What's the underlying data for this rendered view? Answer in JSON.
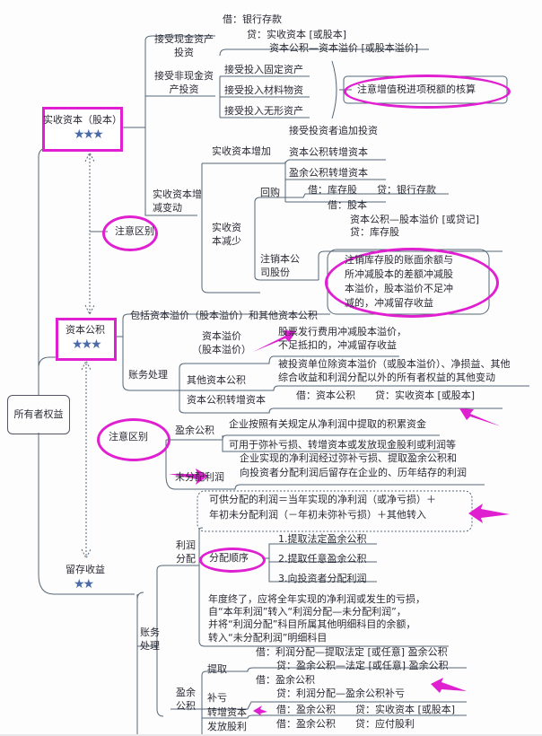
{
  "paid_in_capital": {
    "title": "实收资本（股本）",
    "stars": "★★★",
    "cash_investment": {
      "label": "接受现金资产投资",
      "debit": "借：银行存款",
      "credit": "贷：实收资本 [或股本]",
      "credit2": "资本公积—资本溢价 [或股本溢价]"
    },
    "noncash_investment": {
      "label": "接受非现金资产投资",
      "items": [
        "接受投入固定资产",
        "接受投入材料物资",
        "接受投入无形资产"
      ],
      "note": "注意增值税进项税额的核算"
    },
    "changes": {
      "label": "实收资本增减变动",
      "increase": {
        "label": "实收资本增加",
        "items": [
          "接受投资者追加投资",
          "资本公积转增资本",
          "盈余公积转增资本"
        ]
      },
      "decrease": {
        "label": "实收资本减少",
        "buyback": {
          "label": "回购",
          "entry": "借：库存股　　贷：银行存款"
        },
        "cancel": {
          "label": "注销本公司股份",
          "debit": "借：股本",
          "debit2": "资本公积—股本溢价 [或贷记]",
          "credit": "贷：库存股",
          "note": [
            "注销库存股的账面余额与",
            "所冲减股本的差额冲减股",
            "本溢价，股本溢价不足冲",
            "减的，冲减留存收益"
          ]
        }
      }
    }
  },
  "note_diff_1": "注意区别",
  "capital_reserve": {
    "title": "资本公积",
    "stars": "★★★",
    "includes": "包括资本溢价（股本溢价）和其他资本公积",
    "accounting": "账务处理",
    "premium": {
      "label": [
        "资本溢价",
        "（股本溢价）"
      ],
      "note": [
        "股票发行费用冲减股本溢价，",
        "不足抵扣的，冲减留存收益"
      ]
    },
    "other": {
      "label": "其他资本公积",
      "note": [
        "被投资单位除资本溢价（或股本溢价）、净损益、其他",
        "综合收益和利润分配以外的所有者权益的其他变动"
      ]
    },
    "transfer": {
      "label": "资本公积转增资本",
      "entry": "借：资本公积　　贷：实收资本 [或股本]"
    }
  },
  "root": "所有者权益",
  "note_diff_2": "注意区别",
  "retained_earnings": {
    "title": "留存收益",
    "stars": "★★",
    "surplus_reserve": {
      "label": "盈余公积",
      "def": "企业按照有关规定从净利润中提取的积累资金",
      "use": "可用于弥补亏损、转增资本或发放现金股利或利润等"
    },
    "undistributed": {
      "label": "未分配利润",
      "def": [
        "企业实现的净利润经过弥补亏损、提取盈余公积和",
        "向投资者分配利润后留存在企业的、历年结存的利润"
      ]
    },
    "accounting": {
      "label": "账务处理",
      "formula": [
        "可供分配的利润＝当年实现的净利润（或净亏损）＋",
        "年初未分配利润（－年初未弥补亏损）＋其他转入"
      ],
      "profit_distribution": {
        "label": "利润分配",
        "order_label": "分配顺序",
        "order": [
          "1.提取法定盈余公积",
          "2.提取任意盈余公积",
          "3.向投资者分配利润"
        ]
      },
      "year_end": [
        "年度终了，应将全年实现的净利润或发生的亏损，",
        "自“本年利润”转入“利润分配—未分配利润”，",
        "并将“利润分配”科目所属其他明细科目的余额，",
        "转入“未分配利润”明细科目"
      ],
      "surplus": {
        "label": "盈余公积",
        "appropriation": {
          "label": "提取",
          "debit": "借：利润分配—提取法定 [或任意] 盈余公积",
          "credit": "贷：盈余公积—法定 [或任意] 盈余公积"
        },
        "cover_loss": {
          "label": "补亏",
          "debit": "借：盈余公积",
          "credit": "贷：利润分配—盈余公积补亏"
        },
        "to_capital": {
          "label": "转增资本",
          "entry": "借：盈余公积　　贷：实收资本 [或股本]"
        },
        "dividend": {
          "label": "发放股利",
          "entry": "借：盈余公积　　贷：应付股利"
        }
      }
    }
  },
  "colors": {
    "highlight": "#e020d0",
    "line": "#556677",
    "star": "#4a6aa8"
  }
}
